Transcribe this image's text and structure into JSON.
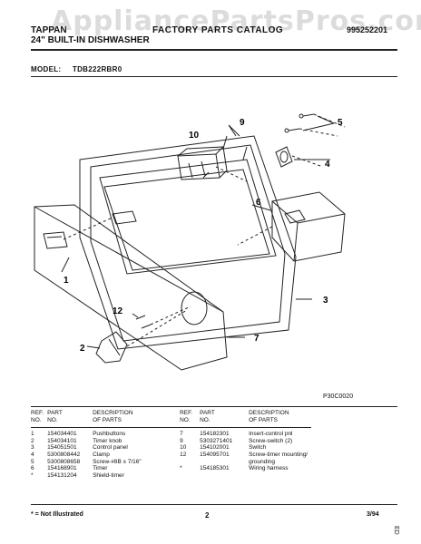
{
  "watermark": "AppliancePartsPros.com",
  "header": {
    "brand": "TAPPAN",
    "product": "24\" BUILT-IN DISHWASHER",
    "catalog_title": "FACTORY PARTS CATALOG",
    "catalog_number": "995252201"
  },
  "model": {
    "label": "MODEL:",
    "value": "TDB222RBR0"
  },
  "diagram": {
    "callouts": [
      "1",
      "2",
      "3",
      "4",
      "5",
      "6",
      "7",
      "9",
      "10",
      "12"
    ],
    "drawing_code": "P30C0020"
  },
  "table": {
    "headers": {
      "ref": "REF.",
      "no": "NO.",
      "part": "PART",
      "part_no": "NO.",
      "desc": "DESCRIPTION",
      "of_parts": "OF PARTS"
    },
    "left": [
      {
        "ref": "1",
        "part": "154034401",
        "desc": "Pushbuttons"
      },
      {
        "ref": "2",
        "part": "154034101",
        "desc": "Timer knob"
      },
      {
        "ref": "3",
        "part": "154051501",
        "desc": "Control panel"
      },
      {
        "ref": "4",
        "part": "5300808442",
        "desc": "Clamp"
      },
      {
        "ref": "5",
        "part": "5300808658",
        "desc": "Screw-#8B x 7/16\""
      },
      {
        "ref": "6",
        "part": "154168901",
        "desc": "Timer"
      },
      {
        "ref": "*",
        "part": "154131204",
        "desc": "Shield-timer"
      }
    ],
    "right": [
      {
        "ref": "7",
        "part": "154182301",
        "desc": "Insert-control pnl"
      },
      {
        "ref": "9",
        "part": "5303271401",
        "desc": "Screw-switch (2)"
      },
      {
        "ref": "10",
        "part": "154102001",
        "desc": "Switch"
      },
      {
        "ref": "12",
        "part": "154095701",
        "desc": "Screw-timer mounting/"
      },
      {
        "ref": "",
        "part": "",
        "desc": "grounding"
      },
      {
        "ref": "*",
        "part": "154185301",
        "desc": "Wiring harness"
      }
    ]
  },
  "footer": {
    "note": "* = Not Illustrated",
    "page": "2",
    "date": "3/94",
    "corner_mark": "ED"
  }
}
